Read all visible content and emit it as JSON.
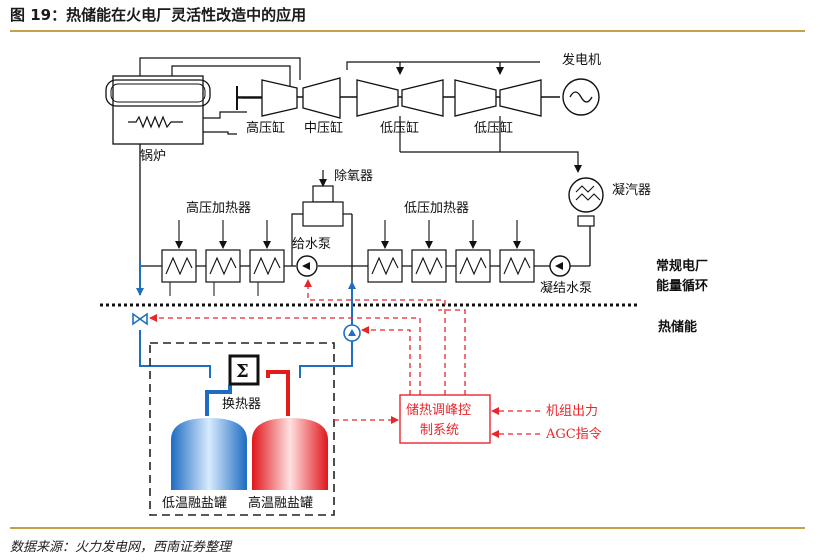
{
  "figure": {
    "title": "图 19：热储能在火电厂灵活性改造中的应用",
    "source": "数据来源：火力发电网，西南证券整理"
  },
  "components": {
    "boiler": "锅炉",
    "hp_cylinder": "高压缸",
    "ip_cylinder": "中压缸",
    "lp_cylinder_1": "低压缸",
    "lp_cylinder_2": "低压缸",
    "generator": "发电机",
    "deaerator": "除氧器",
    "condenser": "凝汽器",
    "hp_heaters": "高压加热器",
    "lp_heaters": "低压加热器",
    "feed_pump": "给水泵",
    "condensate_pump": "凝结水泵",
    "heat_exchanger": "换热器",
    "cold_tank": "低温融盐罐",
    "hot_tank": "高温融盐罐",
    "control_system_line1": "储热调峰控",
    "control_system_line2": "制系统"
  },
  "inputs": {
    "unit_output": "机组出力",
    "agc": "AGC指令"
  },
  "sections": {
    "plant_cycle_line1": "常规电厂",
    "plant_cycle_line2": "能量循环",
    "thermal_storage": "热储能"
  },
  "colors": {
    "accent_rule": "#c8a04a",
    "control_red": "#e8262a",
    "flow_blue": "#1f6fbf",
    "hot_red": "#e31b1b"
  }
}
